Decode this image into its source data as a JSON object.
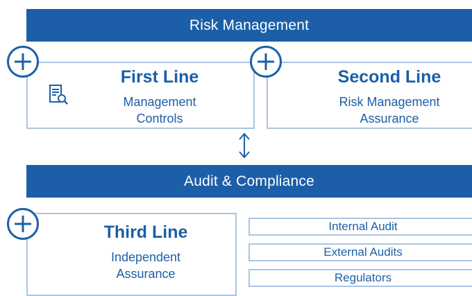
{
  "colors": {
    "primary": "#1c5fa8",
    "border": "#a9c5e3"
  },
  "risk_bar": {
    "label": "Risk Management"
  },
  "first_line": {
    "title": "First Line",
    "subtitle_1": "Management",
    "subtitle_2": "Controls",
    "icon": "document-search-icon"
  },
  "second_line": {
    "title": "Second Line",
    "subtitle_1": "Risk Management",
    "subtitle_2": "Assurance"
  },
  "connector": {
    "icon": "up-down-arrow-icon"
  },
  "audit_bar": {
    "label": "Audit & Compliance"
  },
  "third_line": {
    "title": "Third Line",
    "subtitle_1": "Independent",
    "subtitle_2": "Assurance"
  },
  "assurance_items": [
    "Internal Audit",
    "External Audits",
    "Regulators"
  ]
}
